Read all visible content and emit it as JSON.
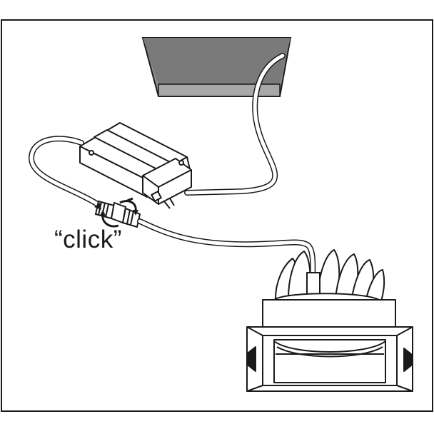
{
  "diagram": {
    "caption": "“click”",
    "components": {
      "ceiling_cutout": "ceiling-opening",
      "driver": "led-driver-box",
      "connector": "click-connector",
      "downlight": "recessed-square-downlight"
    },
    "colors": {
      "line": "#1a1a1a",
      "ceiling_fill": "#8c8c8c",
      "ceiling_inner": "#b3b3b3",
      "white": "#ffffff"
    },
    "rotation_arrow_icon": "rotate-arrows-icon"
  }
}
